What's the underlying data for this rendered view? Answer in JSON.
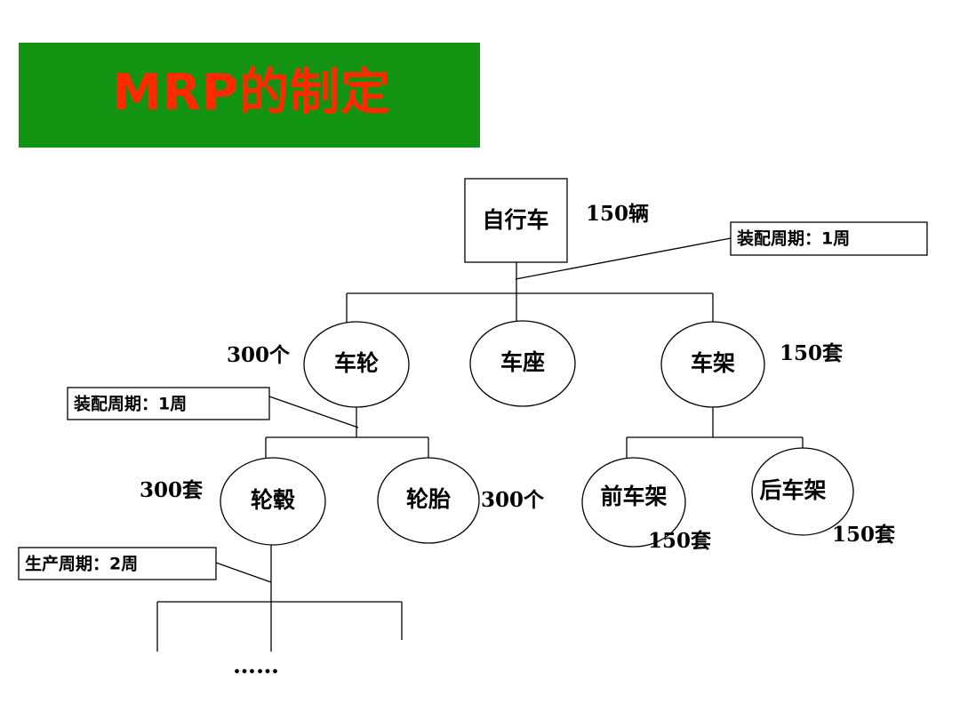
{
  "title": "MRP的制定",
  "colors": {
    "title_bg": "#129412",
    "title_fg": "#ff2a00"
  },
  "nodes": {
    "bicycle": "自行车",
    "wheel": "车轮",
    "seat": "车座",
    "frame": "车架",
    "hub": "轮毂",
    "tire": "轮胎",
    "front_frame": "前车架",
    "rear_frame": "后车架"
  },
  "quantities": {
    "bicycle": "150辆",
    "wheel": "300个",
    "frame": "150套",
    "hub": "300套",
    "tire": "300个",
    "front_frame": "150套",
    "rear_frame": "150套"
  },
  "callouts": {
    "bicycle_assembly": "装配周期：1周",
    "wheel_assembly": "装配周期：1周",
    "hub_production": "生产周期：2周"
  },
  "continuation": "……"
}
